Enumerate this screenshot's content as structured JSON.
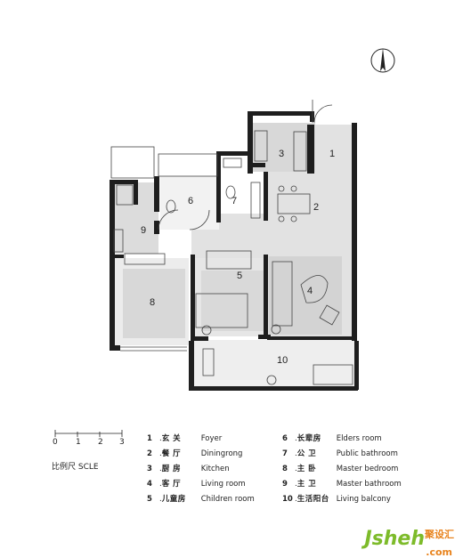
{
  "rooms": [
    {
      "num": "1",
      "cn": "玄 关",
      "en": "Foyer"
    },
    {
      "num": "2",
      "cn": "餐 厅",
      "en": "Diningrong"
    },
    {
      "num": "3",
      "cn": "厨 房",
      "en": "Kitchen"
    },
    {
      "num": "4",
      "cn": "客 厅",
      "en": "Living room"
    },
    {
      "num": "5",
      "cn": "儿童房",
      "en": "Children room"
    },
    {
      "num": "6",
      "cn": "长辈房",
      "en": "Elders room"
    },
    {
      "num": "7",
      "cn": "公 卫",
      "en": "Public bathroom"
    },
    {
      "num": "8",
      "cn": "主 卧",
      "en": "Master bedroom"
    },
    {
      "num": "9",
      "cn": "主 卫",
      "en": "Master bathroom"
    },
    {
      "num": "10",
      "cn": "生活阳台",
      "en": "Living balcony"
    }
  ],
  "scale": {
    "title": "比例尺 SCLE",
    "ticks": [
      "0",
      "1",
      "2",
      "3"
    ]
  },
  "plan_labels": {
    "r1": "1",
    "r2": "2",
    "r3": "3",
    "r4": "4",
    "r5": "5",
    "r6": "6",
    "r7": "7",
    "r8": "8",
    "r9": "9",
    "r10": "10"
  },
  "watermark": {
    "text": "Jsheh",
    "suffix": "聚设汇",
    "domain": ".com"
  }
}
